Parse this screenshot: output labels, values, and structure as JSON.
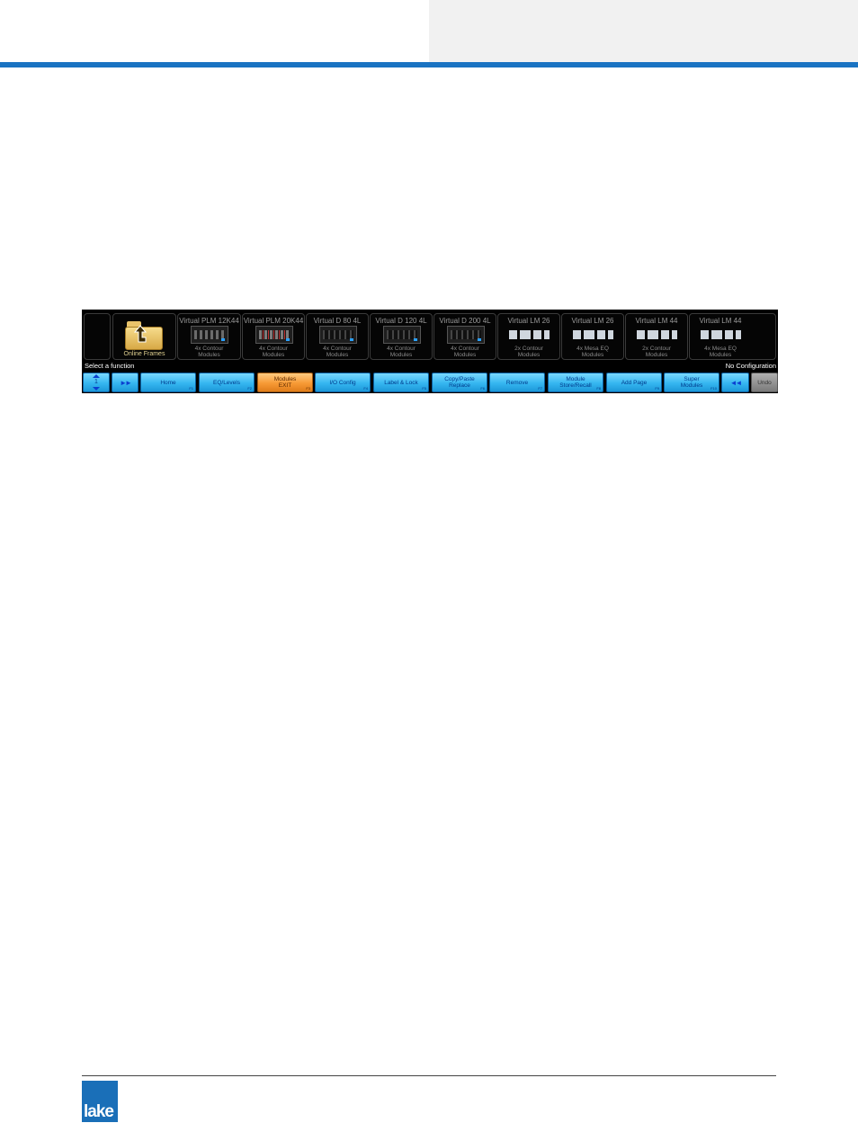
{
  "slots": {
    "online": {
      "label": "Online Frames"
    },
    "items": [
      {
        "title": "Virtual PLM 12K44",
        "sub1": "4x Contour",
        "sub2": "Modules"
      },
      {
        "title": "Virtual PLM 20K44",
        "sub1": "4x Contour",
        "sub2": "Modules"
      },
      {
        "title": "Virtual D 80 4L",
        "sub1": "4x Contour",
        "sub2": "Modules"
      },
      {
        "title": "Virtual D 120 4L",
        "sub1": "4x Contour",
        "sub2": "Modules"
      },
      {
        "title": "Virtual D 200 4L",
        "sub1": "4x Contour",
        "sub2": "Modules"
      },
      {
        "title": "Virtual LM 26",
        "sub1": "2x Contour",
        "sub2": "Modules"
      },
      {
        "title": "Virtual LM 26",
        "sub1": "4x Mesa EQ",
        "sub2": "Modules"
      },
      {
        "title": "Virtual LM 44",
        "sub1": "2x Contour",
        "sub2": "Modules"
      },
      {
        "title": "Virtual LM 44",
        "sub1": "4x Mesa EQ",
        "sub2": "Modules"
      }
    ]
  },
  "status": {
    "left": "Select a function",
    "right": "No Configuration"
  },
  "toolbar": {
    "page": "1",
    "home": {
      "label": "Home",
      "fkey": "F1"
    },
    "eq": {
      "label": "EQ/Levels",
      "fkey": "F2"
    },
    "modules": {
      "line1": "Modules",
      "line2": "EXIT",
      "fkey": "F3"
    },
    "io": {
      "label": "I/O Config",
      "fkey": "F4"
    },
    "label_lock": {
      "label": "Label & Lock",
      "fkey": "F5"
    },
    "copy": {
      "line1": "Copy/Paste",
      "line2": "Replace",
      "fkey": "F6"
    },
    "remove": {
      "label": "Remove",
      "fkey": "F7"
    },
    "store": {
      "line1": "Module",
      "line2": "Store/Recall",
      "fkey": "F8"
    },
    "add_page": {
      "label": "Add Page",
      "fkey": "F9"
    },
    "super": {
      "line1": "Super",
      "line2": "Modules",
      "fkey": "F10"
    },
    "undo": "Undo"
  },
  "footer": {
    "logo": "lake"
  },
  "colors": {
    "accent": "#1a73c2",
    "button": "#35b6f0",
    "active": "#f79a35"
  }
}
